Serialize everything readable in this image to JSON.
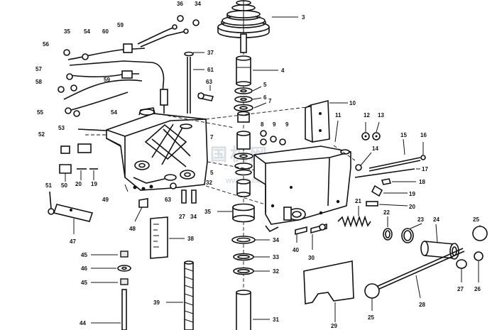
{
  "diagram": {
    "watermark_cn": "美国机网",
    "watermark_url": "www.3uflex.com",
    "part_numbers": {
      "p1": "3",
      "p2": "36",
      "p3": "34",
      "p4": "35",
      "p5": "54",
      "p6": "60",
      "p7": "59",
      "p8": "56",
      "p9": "57",
      "p10": "37",
      "p11": "58",
      "p12": "59",
      "p13": "61",
      "p14": "4",
      "p15": "63",
      "p16": "5",
      "p17": "6",
      "p18": "7",
      "p19": "55",
      "p20": "54",
      "p21": "10",
      "p22": "11",
      "p23": "12",
      "p24": "13",
      "p25": "53",
      "p26": "52",
      "p27": "7",
      "p28": "8",
      "p29": "9",
      "p30": "9",
      "p31": "15",
      "p32": "16",
      "p33": "14",
      "p34": "17",
      "p35": "18",
      "p36": "5",
      "p37": "20",
      "p38": "19",
      "p39": "50",
      "p40": "51",
      "p41": "49",
      "p42": "32",
      "p43": "63",
      "p44": "19",
      "p45": "21",
      "p46": "20",
      "p47": "22",
      "p48": "23",
      "p49": "24",
      "p50": "25",
      "p51": "27",
      "p52": "34",
      "p53": "35",
      "p54": "48",
      "p55": "47",
      "p56": "38",
      "p57": "34",
      "p58": "40",
      "p59": "30",
      "p60": "45",
      "p61": "46",
      "p62": "45",
      "p63": "33",
      "p64": "32",
      "p65": "39",
      "p66": "27",
      "p67": "26",
      "p68": "28",
      "p69": "44",
      "p70": "31",
      "p71": "29",
      "p72": "25"
    }
  }
}
